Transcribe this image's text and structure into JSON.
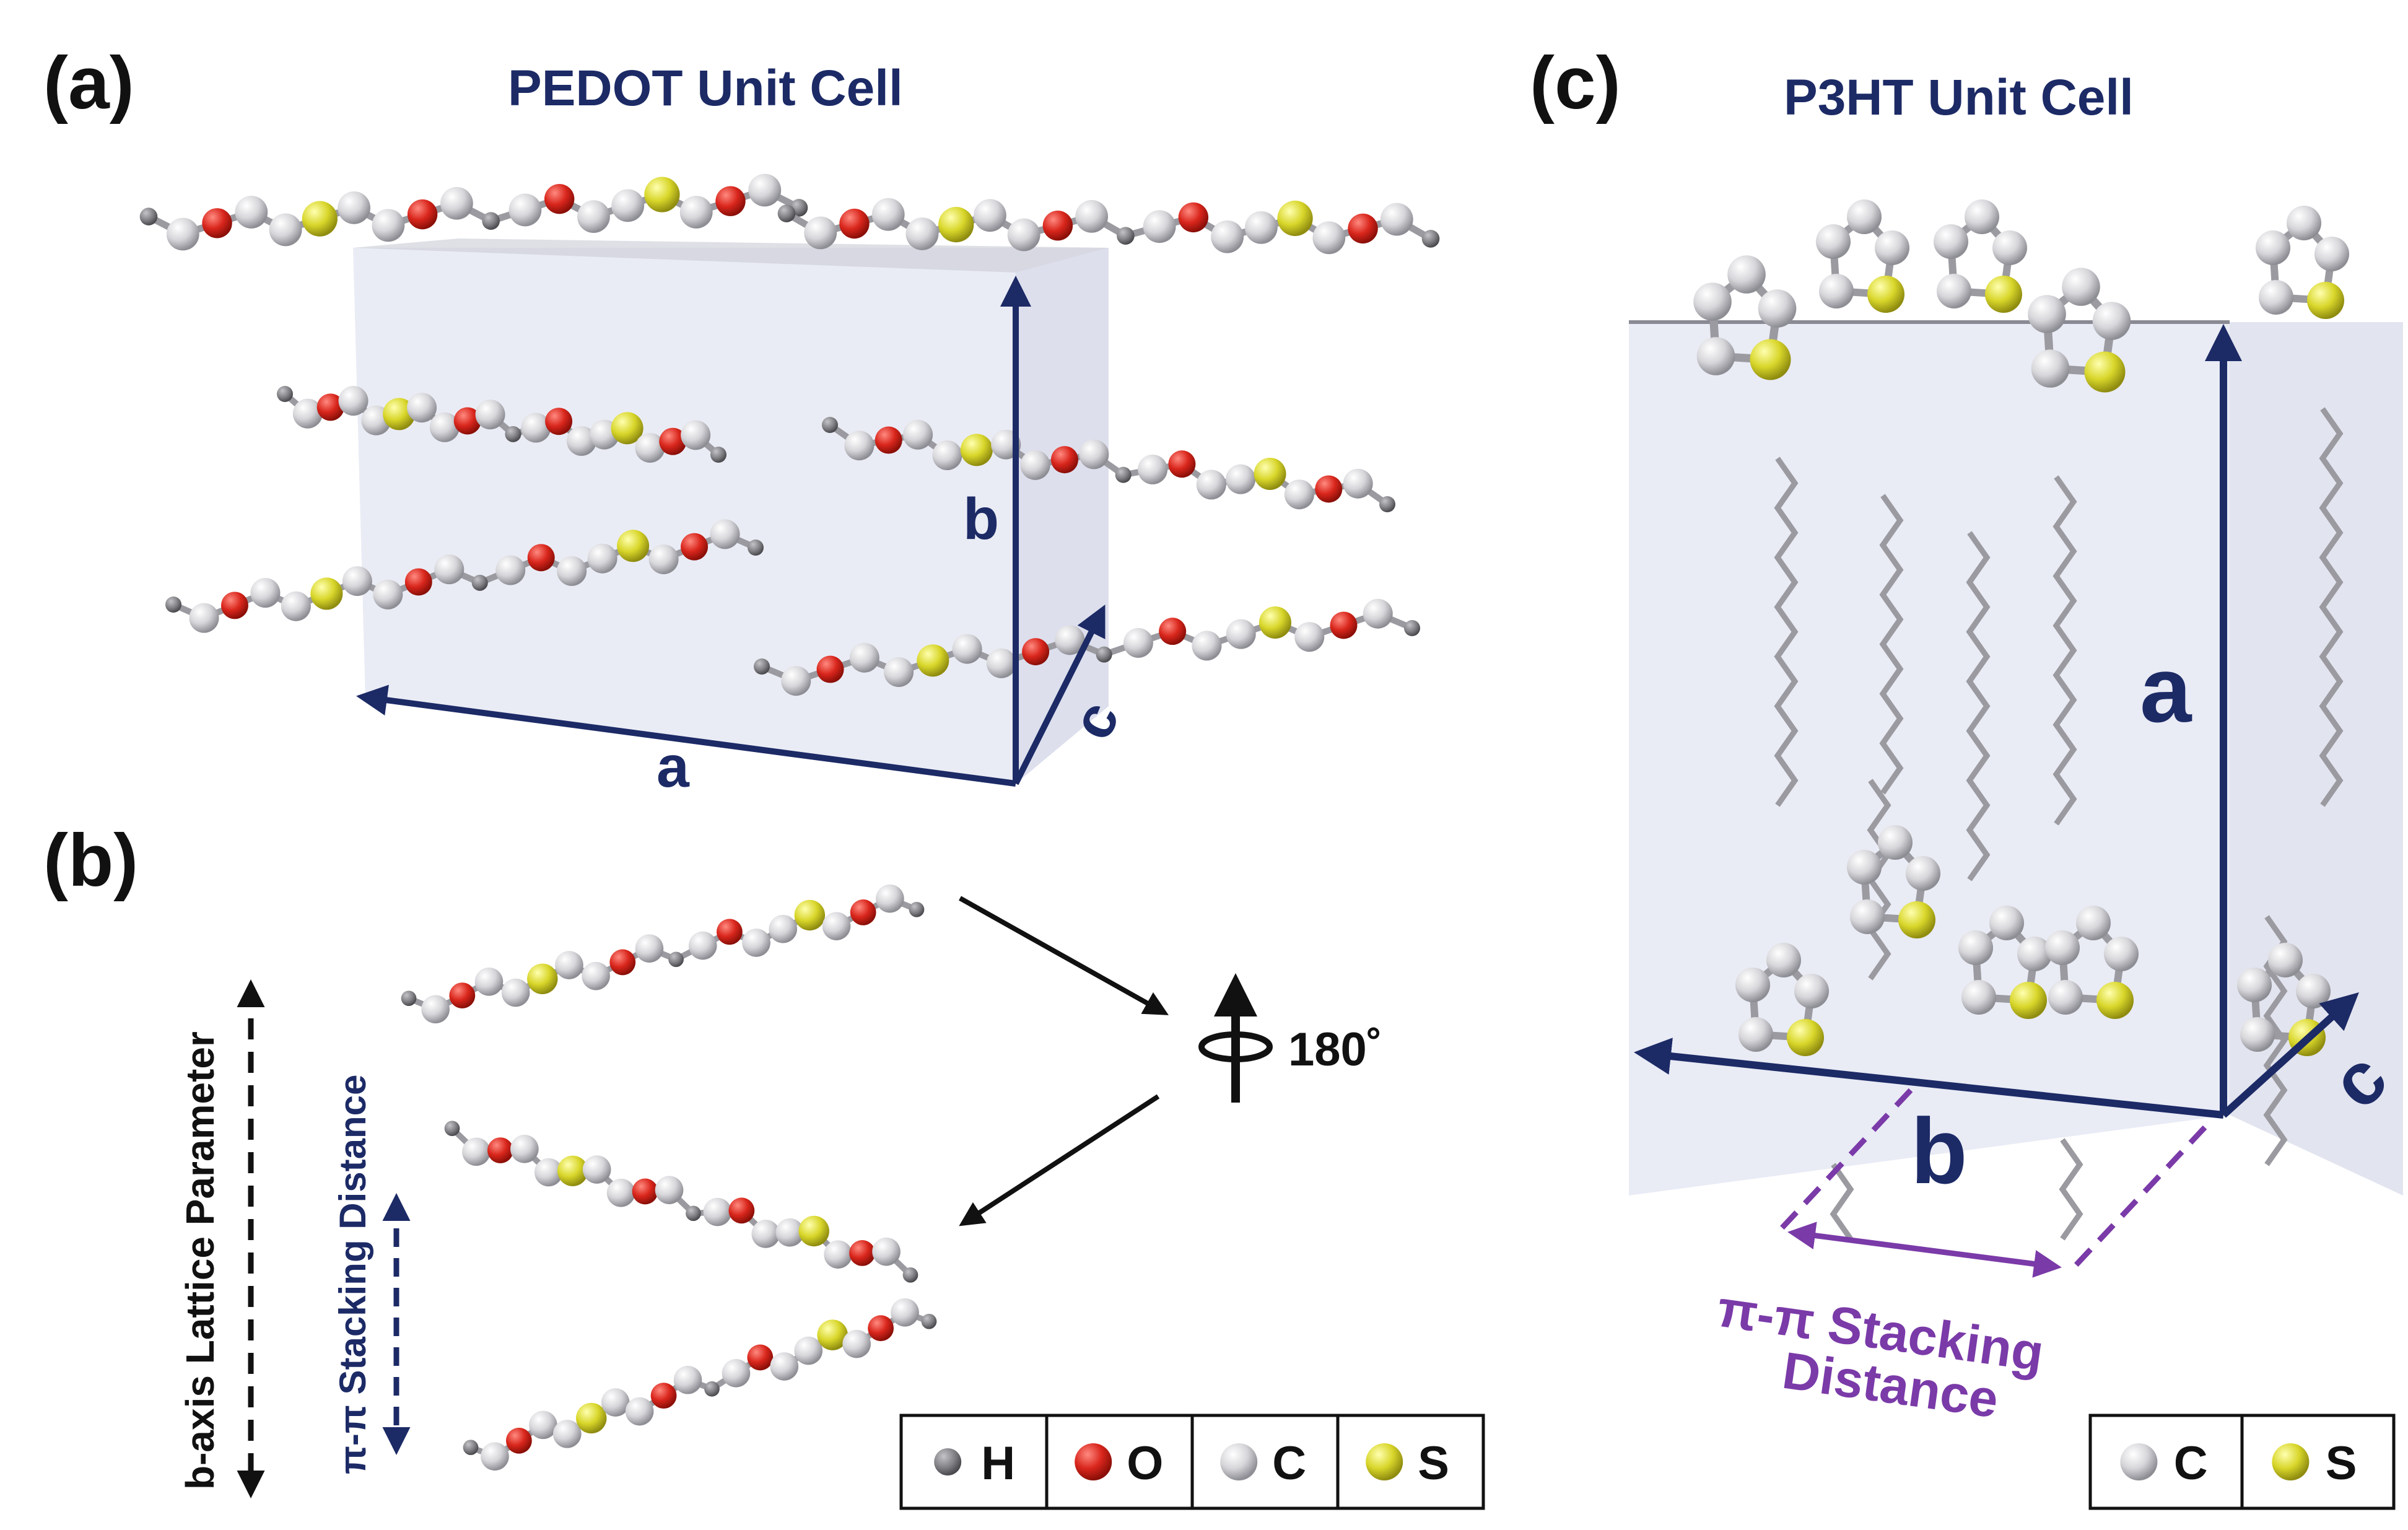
{
  "colors": {
    "navy": "#1c2a66",
    "purple": "#7a3aa8",
    "oxygen": "#d9261c",
    "sulfur": "#d8d62a",
    "carbon": "#d4d4d8",
    "hydrogen": "#808084",
    "cell_face": "#e3e6f2"
  },
  "panel_a": {
    "label": "(a)",
    "title": "PEDOT Unit Cell",
    "axis_a": "a",
    "axis_b": "b",
    "axis_c": "c"
  },
  "panel_b": {
    "label": "(b)",
    "lattice_label": "b-axis Lattice Parameter",
    "stacking_label": "π-π Stacking Distance",
    "rotation_label": "180˚",
    "legend": [
      {
        "symbol": "H",
        "color": "#808084"
      },
      {
        "symbol": "O",
        "color": "#d9261c"
      },
      {
        "symbol": "C",
        "color": "#d4d4d8"
      },
      {
        "symbol": "S",
        "color": "#d8d62a"
      }
    ]
  },
  "panel_c": {
    "label": "(c)",
    "title": "P3HT Unit Cell",
    "axis_a": "a",
    "axis_b": "b",
    "axis_c": "c",
    "stacking_line1": "π-π Stacking",
    "stacking_line2": "Distance",
    "legend": [
      {
        "symbol": "C",
        "color": "#d4d4d8"
      },
      {
        "symbol": "S",
        "color": "#d8d62a"
      }
    ]
  }
}
